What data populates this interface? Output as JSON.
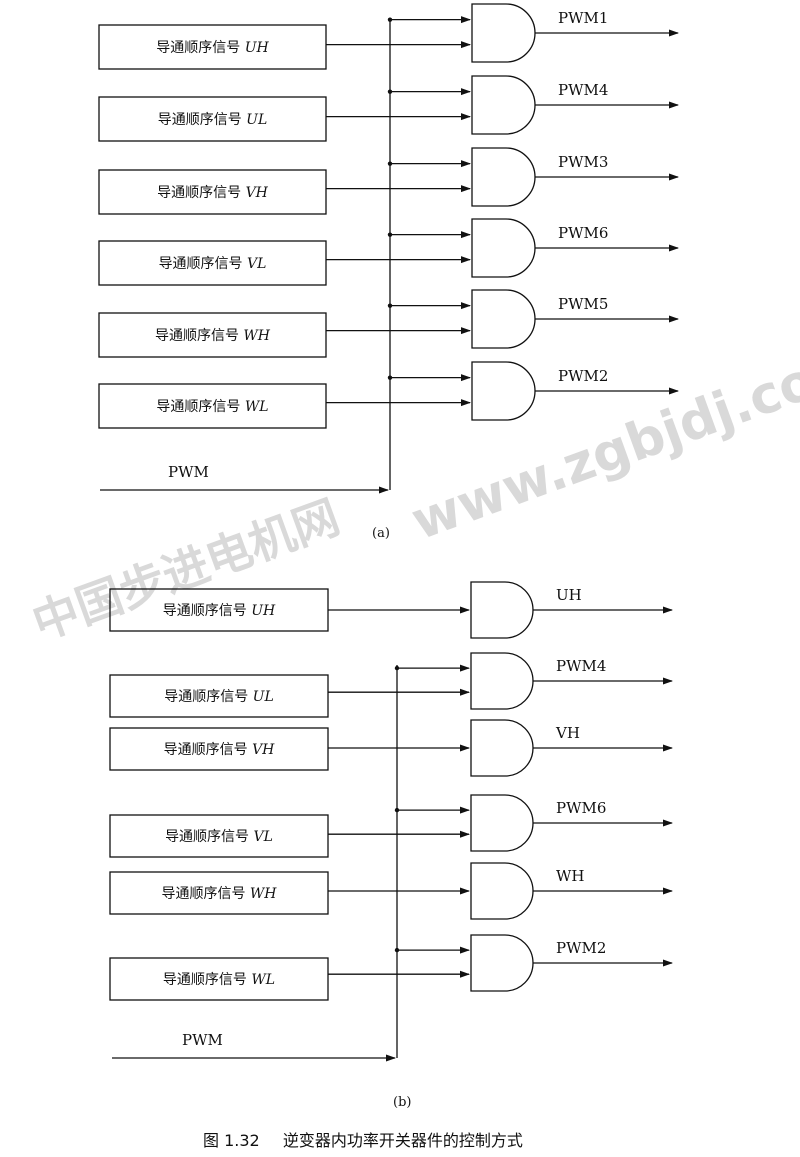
{
  "watermark": {
    "cn": "中国步进电机网",
    "url": "www.zgbjdj.com"
  },
  "signal_prefix": "导通顺序信号",
  "diagram_a": {
    "label": "(a)",
    "pwm_label": "PWM",
    "signals": [
      "UH",
      "UL",
      "VH",
      "VL",
      "WH",
      "WL"
    ],
    "outputs": [
      "PWM1",
      "PWM4",
      "PWM3",
      "PWM6",
      "PWM5",
      "PWM2"
    ]
  },
  "diagram_b": {
    "label": "(b)",
    "pwm_label": "PWM",
    "signals": [
      "UH",
      "UL",
      "VH",
      "VL",
      "WH",
      "WL"
    ],
    "outputs": [
      "UH",
      "PWM4",
      "VH",
      "PWM6",
      "WH",
      "PWM2"
    ]
  },
  "caption": {
    "number": "图 1.32",
    "text": "逆变器内功率开关器件的控制方式"
  }
}
